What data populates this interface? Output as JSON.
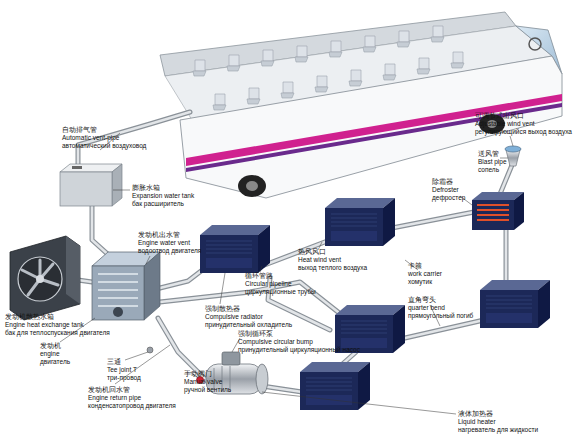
{
  "diagram": {
    "labels": [
      "可调节式出风口",
      "Adjustable wind vent",
      "регулирующийся выход воздуха",
      "自动排气管",
      "Automatic vent-pipe",
      "автоматический воздуховод",
      "送风管",
      "Blast pipe",
      "сопель",
      "除霜器",
      "Defroster",
      "дефростер",
      "膨胀水箱",
      "Expansion water tank",
      "бак расширитель",
      "发动机出水管",
      "Engine water vent",
      "водоотвод двигателя",
      "热风风口",
      "Heat wind vent",
      "выход теплого воздуха",
      "卡箍",
      "work carrier",
      "хомутик",
      "循环管路",
      "Circular pipeline",
      "циркуляционные трубы",
      "直角弯头",
      "quarter bend",
      "прямоугольный погиб",
      "强制散热器",
      "Compulsive radiator",
      "принудительный охладитель",
      "发动机散热水箱",
      "Engine heat exchange tank",
      "бак для теплоспускания двигателя",
      "强制循环泵",
      "Compulsive circular bump",
      "принудительный циркуляционный насос",
      "发动机",
      "engine",
      "двигатель",
      "三通",
      "Tee joint T",
      "три-провод",
      "手动阀门",
      "Manual valve",
      "ручной вентиль",
      "发动机回水管",
      "Engine return pipe",
      "конденсатопровод двигателя",
      "液体加热器",
      "Liquid heater",
      "нагреватель для жидкости"
    ]
  }
}
